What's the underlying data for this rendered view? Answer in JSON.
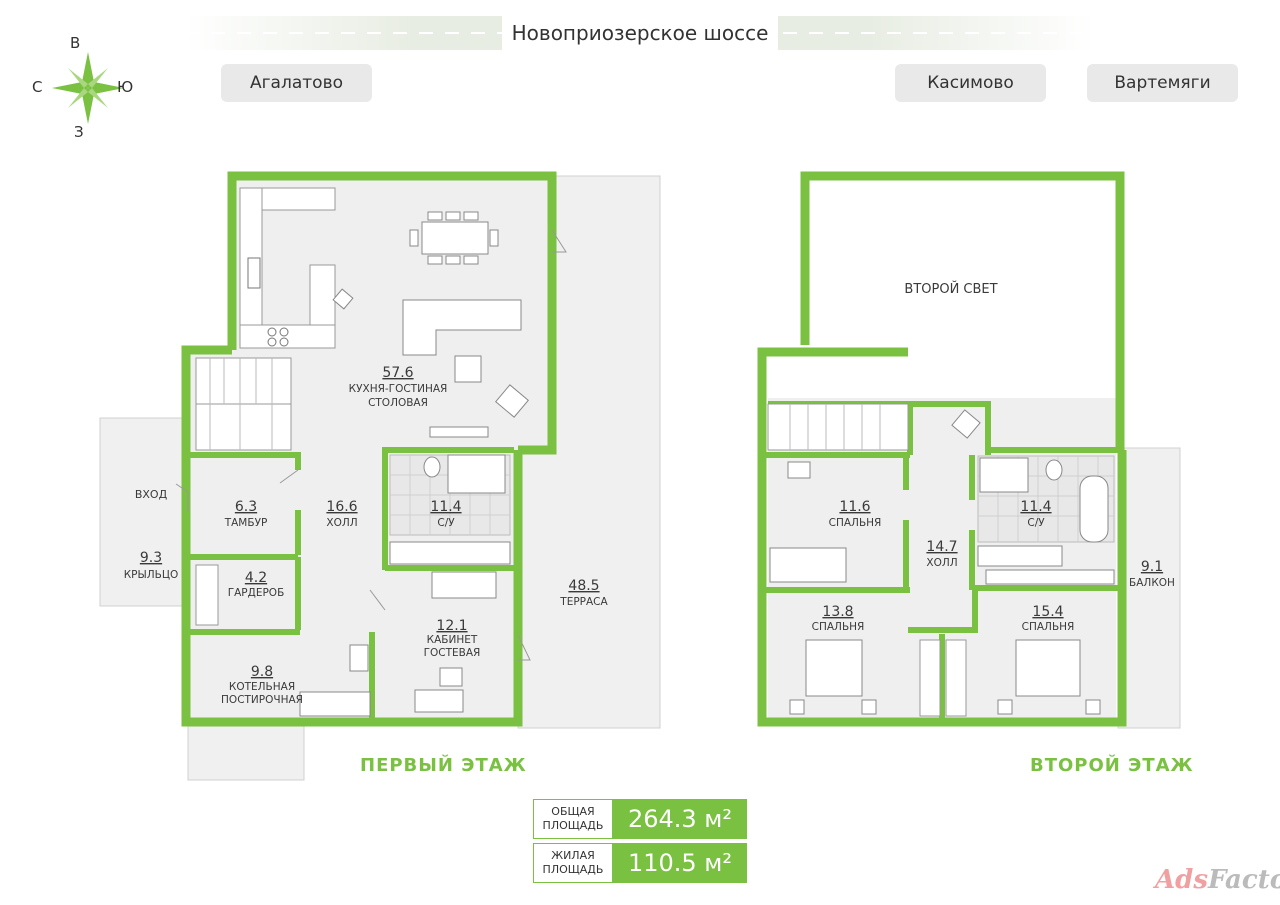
{
  "road": {
    "title": "Новоприозерское шоссе"
  },
  "places": {
    "left": "Агалатово",
    "middle": "Касимово",
    "right": "Вартемяги"
  },
  "compass": {
    "north": "В",
    "west": "С",
    "east": "Ю",
    "south": "З"
  },
  "floors": {
    "first": "ПЕРВЫЙ ЭТАЖ",
    "second": "ВТОРОЙ ЭТАЖ"
  },
  "rooms_first": [
    {
      "area": "57.6",
      "name": "КУХНЯ-ГОСТИНАЯ",
      "name2": "СТОЛОВАЯ"
    },
    {
      "area": "6.3",
      "name": "ТАМБУР"
    },
    {
      "area": "16.6",
      "name": "ХОЛЛ"
    },
    {
      "area": "11.4",
      "name": "С/У"
    },
    {
      "area": "4.2",
      "name": "ГАРДЕРОБ"
    },
    {
      "area": "9.8",
      "name": "КОТЕЛЬНАЯ",
      "name2": "ПОСТИРОЧНАЯ"
    },
    {
      "area": "12.1",
      "name": "КАБИНЕТ",
      "name2": "ГОСТЕВАЯ"
    },
    {
      "area": "48.5",
      "name": "ТЕРРАСА"
    },
    {
      "area": "9.3",
      "name": "КРЫЛЬЦО"
    },
    {
      "name": "ВХОД"
    }
  ],
  "rooms_second": [
    {
      "name": "ВТОРОЙ СВЕТ"
    },
    {
      "area": "11.6",
      "name": "СПАЛЬНЯ"
    },
    {
      "area": "14.7",
      "name": "ХОЛЛ"
    },
    {
      "area": "11.4",
      "name": "С/У"
    },
    {
      "area": "9.1",
      "name": "БАЛКОН"
    },
    {
      "area": "13.8",
      "name": "СПАЛЬНЯ"
    },
    {
      "area": "15.4",
      "name": "СПАЛЬНЯ"
    }
  ],
  "stats": {
    "total_label": "ОБЩАЯ ПЛОЩАДЬ",
    "total_value": "264.3 м²",
    "living_label": "ЖИЛАЯ ПЛОЩАДЬ",
    "living_value": "110.5 м²"
  },
  "watermark": {
    "prefix": "Ads",
    "rest": "Factory"
  },
  "colors": {
    "wall": "#7ac142",
    "floor": "#efefef",
    "text": "#3a3a3a"
  }
}
